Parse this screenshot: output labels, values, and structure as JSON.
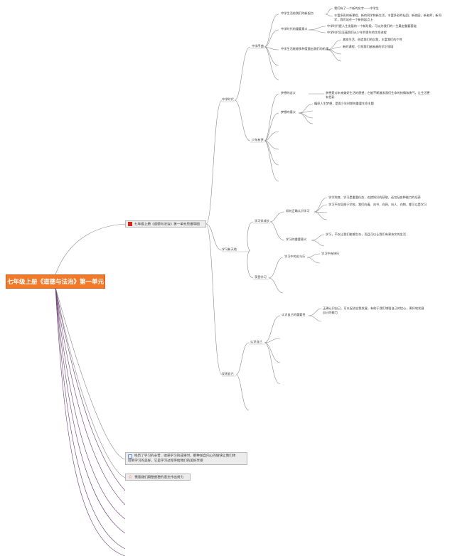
{
  "root": "七年级上册《道德与法治》第一单元",
  "branch_main": "七年级上册《道德与法治》第一单元思维导图",
  "l1": [
    "中学时代",
    "学习新天地",
    "发现自己"
  ],
  "l2": [
    "中学序曲",
    "少年有梦",
    "学习伴成长",
    "享受学习",
    "认识自己"
  ],
  "l3": [
    "中学生活给我们的新起点",
    "中学时代的重要意义",
    "中学生活能够多种度量出我们的机遇",
    "梦想的含义",
    "梦想的意义",
    "如何正确认识学习",
    "学习的重要意义",
    "学习中的苦与乐",
    "认识自己的重要性"
  ],
  "leaves": [
    "我们有了一个新的名字——中学生",
    "丰富多彩的新课程、新的同学和新生活，丰富多彩的社团，新校园，新老师，新同",
    "学，我们站在一个新的起点上",
    "中学时代是人生发展的一个新阶段，可以为我们的一生奠定重要基础",
    "中学时代见证着我们从少年到青年的生命进程",
    "激发生活、创造我们的自我，丰富我们的个性",
    "新的课程、引领我们越来越的学识领域",
    "梦想是对未来美好生活的愿望，它能不断激发我们生命的热情和勇气，让生活更",
    "有色彩",
    "编织人生梦想，是青少年时期的重要生命主题",
    "学学到底、学习是重要任务，也就知识的获取，还包括各种能力的培养",
    "学习不仅局限于学校，我们向着、向书、向网、向人、向物，都可以是学习",
    "学习，不仅让我们能够生存，而且可以让我们有更充实的生活",
    "学习中有快乐",
    "正确认识自己，可以促进自我发展，有助于我们增强自己的信心，更好地发展",
    "自己的能力"
  ],
  "box_a": [
    "经历了学习的辛苦、收获学习的成果时，那种发自内心的愉快让我们体",
    "验到学习的美好，它是学习过程带给我们的美好享受"
  ],
  "box_b": "需要我们用整部整的意志作出努力",
  "colors": {
    "root": "#f0792a",
    "link": "#8a8a8a",
    "lower_link": "#6d3f73",
    "flag": "#d0281b",
    "star": "#e0402a"
  }
}
